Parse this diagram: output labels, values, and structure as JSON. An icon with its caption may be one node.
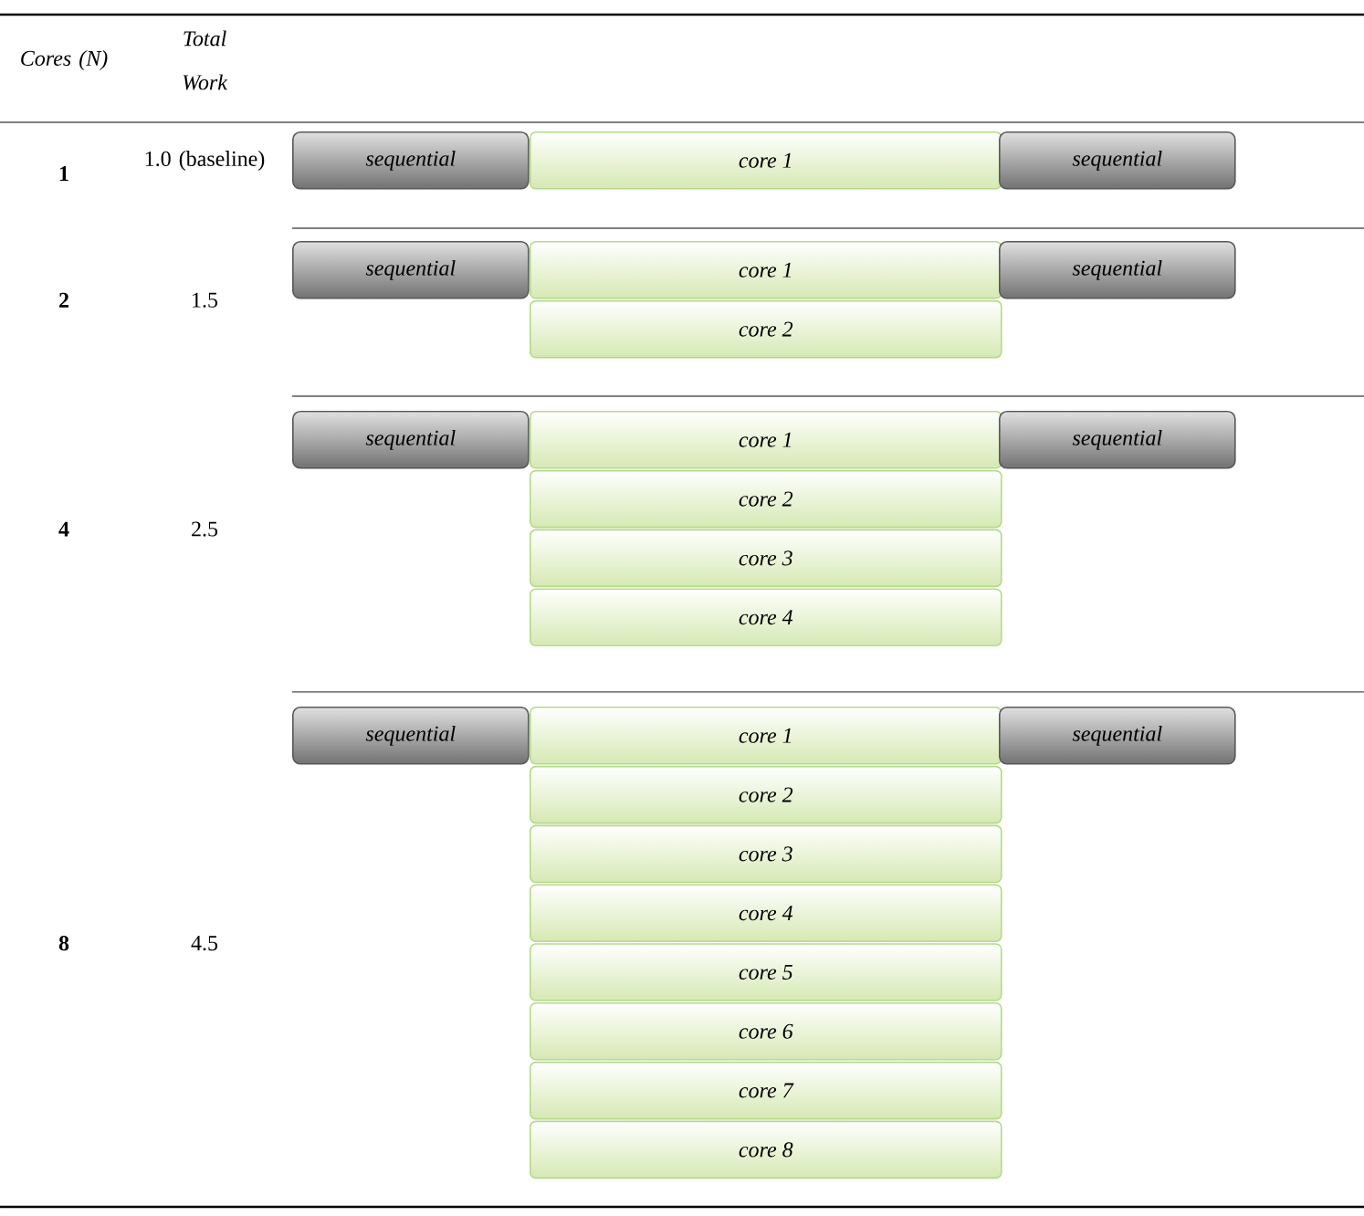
{
  "diagram": {
    "nodes": [
      {
        "text": [
          "sequential"
        ]
      },
      {
        "text": [
          "core 1"
        ]
      },
      {
        "text": [
          "sequential"
        ]
      },
      {
        "text": [
          "sequential"
        ]
      },
      {
        "text": [
          "core 1"
        ]
      },
      {
        "text": [
          "sequential"
        ]
      },
      {
        "text": [
          "core 2"
        ]
      },
      {
        "text": [
          "sequential"
        ]
      },
      {
        "text": [
          "core 1"
        ]
      },
      {
        "text": [
          "sequential"
        ]
      },
      {
        "text": [
          "core 2"
        ]
      },
      {
        "text": [
          "core 3"
        ]
      },
      {
        "text": [
          "core 4"
        ]
      },
      {
        "text": [
          "sequential"
        ]
      },
      {
        "text": [
          "core 1"
        ]
      },
      {
        "text": [
          "sequential"
        ]
      },
      {
        "text": [
          "core 2"
        ]
      },
      {
        "text": [
          "core 3"
        ]
      },
      {
        "text": [
          "core 4"
        ]
      },
      {
        "text": [
          "core 5"
        ]
      },
      {
        "text": [
          "core 6"
        ]
      },
      {
        "text": [
          "core 7"
        ]
      },
      {
        "text": [
          "core 8"
        ]
      }
    ],
    "labels": [
      "Cores (N)",
      "Total Work",
      "1",
      "1.0 (baseline)",
      "2",
      "1.5",
      "4",
      "2.5",
      "8",
      "4.5"
    ]
  }
}
